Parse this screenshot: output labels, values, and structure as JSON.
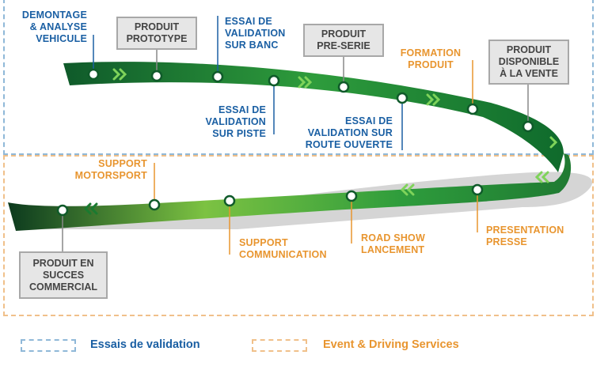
{
  "colors": {
    "validation": "#1a5fa3",
    "events": "#e8952f",
    "track_dark": "#0f5a2a",
    "track_light": "#7cc242",
    "box_bg": "#e6e6e6",
    "box_border": "#a8a8a8"
  },
  "labels": {
    "demontage": [
      "DEMONTAGE",
      "& ANALYSE",
      "VEHICULE"
    ],
    "banc": [
      "ESSAI DE",
      "VALIDATION",
      "SUR BANC"
    ],
    "piste": [
      "ESSAI DE",
      "VALIDATION",
      "SUR PISTE"
    ],
    "route": [
      "ESSAI DE",
      "VALIDATION SUR",
      "ROUTE OUVERTE"
    ],
    "formation": [
      "FORMATION",
      "PRODUIT"
    ],
    "motorsport": [
      "SUPPORT",
      "MOTORSPORT"
    ],
    "communication": [
      "SUPPORT",
      "COMMUNICATION"
    ],
    "roadshow": [
      "ROAD SHOW",
      "LANCEMENT"
    ],
    "presse": [
      "PRESENTATION",
      "PRESSE"
    ]
  },
  "boxes": {
    "prototype": [
      "PRODUIT",
      "PROTOTYPE"
    ],
    "preserie": [
      "PRODUIT",
      "PRE-SERIE"
    ],
    "vente": [
      "PRODUIT",
      "DISPONIBLE",
      "À LA VENTE"
    ],
    "succes": [
      "PRODUIT EN",
      "SUCCES",
      "COMMERCIAL"
    ]
  },
  "legend": {
    "validation": "Essais de validation",
    "events": "Event & Driving Services"
  }
}
